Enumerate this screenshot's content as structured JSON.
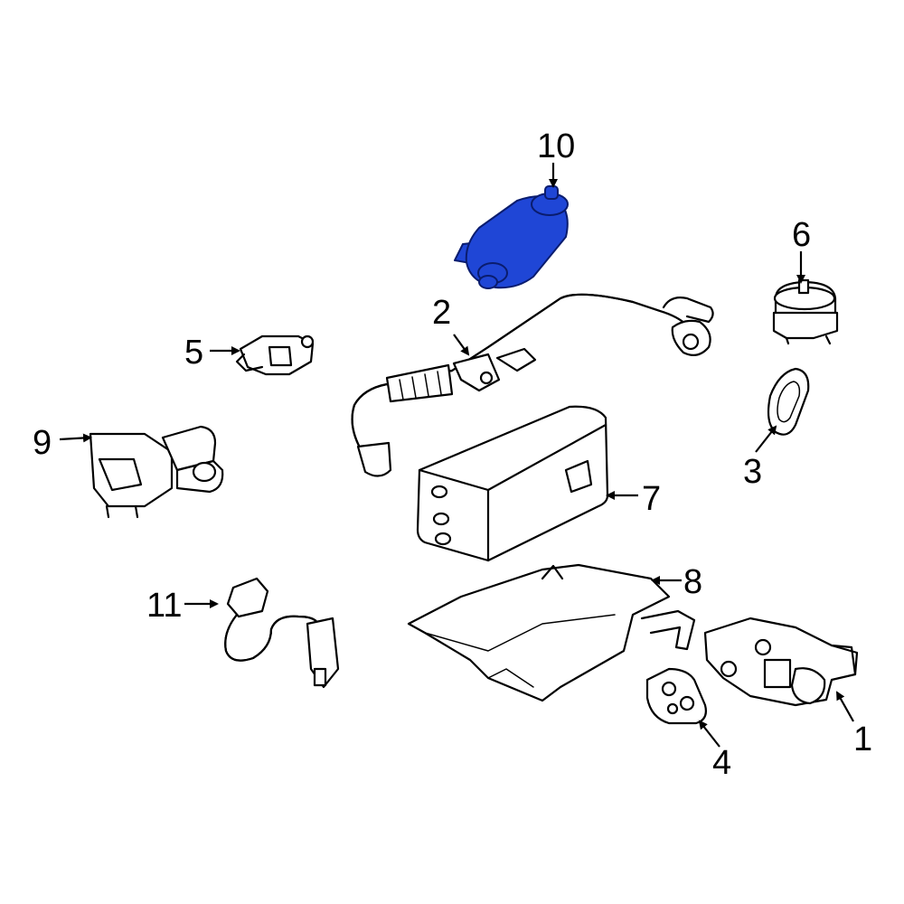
{
  "colors": {
    "line": "#000000",
    "highlight_fill": "#1f46d6",
    "highlight_stroke": "#0a1c6e",
    "background": "#ffffff"
  },
  "callouts": {
    "c1": "1",
    "c2": "2",
    "c3": "3",
    "c4": "4",
    "c5": "5",
    "c6": "6",
    "c7": "7",
    "c8": "8",
    "c9": "9",
    "c10": "10",
    "c11": "11"
  },
  "highlighted_part": "10"
}
